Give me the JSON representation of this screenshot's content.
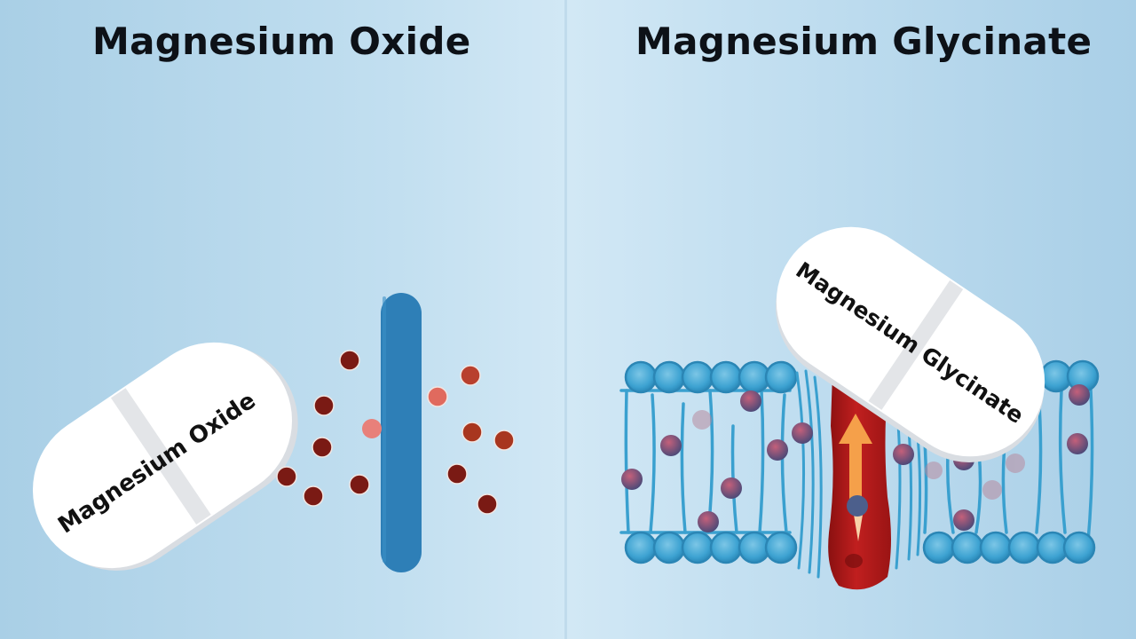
{
  "left_panel": {
    "title": "Magnesium Oxide",
    "pill_label": "Magnesium Oxide",
    "barrier_color": "#2e7fb7",
    "particle_color_dark": "#7a1a14",
    "particle_color_light": "#e07060"
  },
  "right_panel": {
    "title": "Magnesium Glycinate",
    "pill_label": "Magnesium Glycinate",
    "membrane_color": "#3aa0cf",
    "channel_color": "#b01818",
    "arrow_color": "#f5a04a",
    "particle_color": "#7a4c6e"
  }
}
